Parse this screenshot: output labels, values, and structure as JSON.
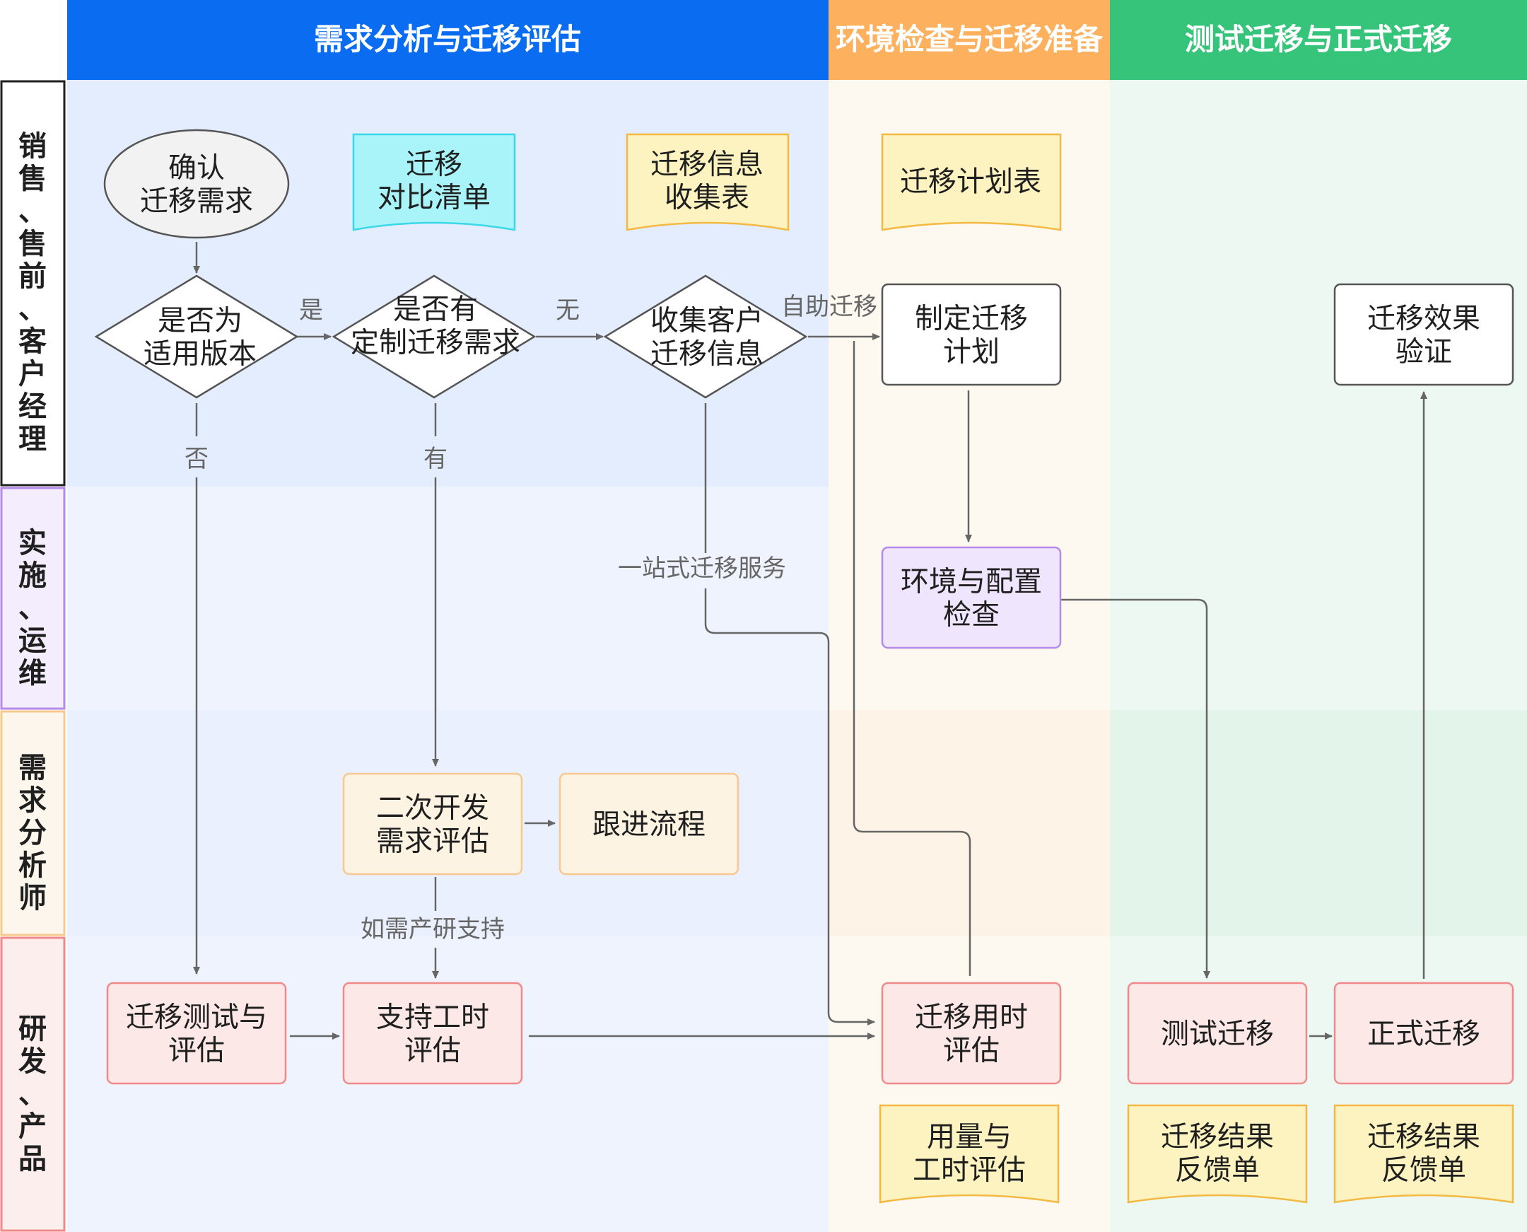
{
  "columns": [
    {
      "label": "需求分析与迁移评估",
      "color": "#0a6cf0"
    },
    {
      "label": "环境检查与迁移准备",
      "color": "#fdb15e"
    },
    {
      "label": "测试迁移与正式迁移",
      "color": "#35c47a"
    }
  ],
  "lanes": [
    {
      "label": "销售、售前、客户经理",
      "color": "#1f1f1f"
    },
    {
      "label": "实施、运维",
      "color": "#b58ae8"
    },
    {
      "label": "需求分析师",
      "color": "#f7c98f"
    },
    {
      "label": "研发、产品",
      "color": "#f08a8a"
    }
  ],
  "nodes": {
    "confirm": "确认\n迁移需求",
    "compare_list": "迁移\n对比清单",
    "info_form": "迁移信息\n收集表",
    "plan_table": "迁移计划表",
    "is_applicable": "是否为\n适用版本",
    "is_custom": "是否有\n定制迁移需求",
    "collect_info": "收集客户\n迁移信息",
    "make_plan": "制定迁移\n计划",
    "verify": "迁移效果\n验证",
    "env_check": "环境与配置\n检查",
    "secondary_dev": "二次开发\n需求评估",
    "follow_up": "跟进流程",
    "test_eval": "迁移测试与\n评估",
    "support_hours": "支持工时\n评估",
    "time_eval": "迁移用时\n评估",
    "test_migrate": "测试迁移",
    "formal_migrate": "正式迁移",
    "usage_doc": "用量与\n工时评估",
    "result_doc_1": "迁移结果\n反馈单",
    "result_doc_2": "迁移结果\n反馈单"
  },
  "edge_labels": {
    "yes": "是",
    "none": "无",
    "self_service": "自助迁移",
    "no": "否",
    "has": "有",
    "one_stop": "一站式迁移服务",
    "rd_support": "如需产研支持"
  }
}
